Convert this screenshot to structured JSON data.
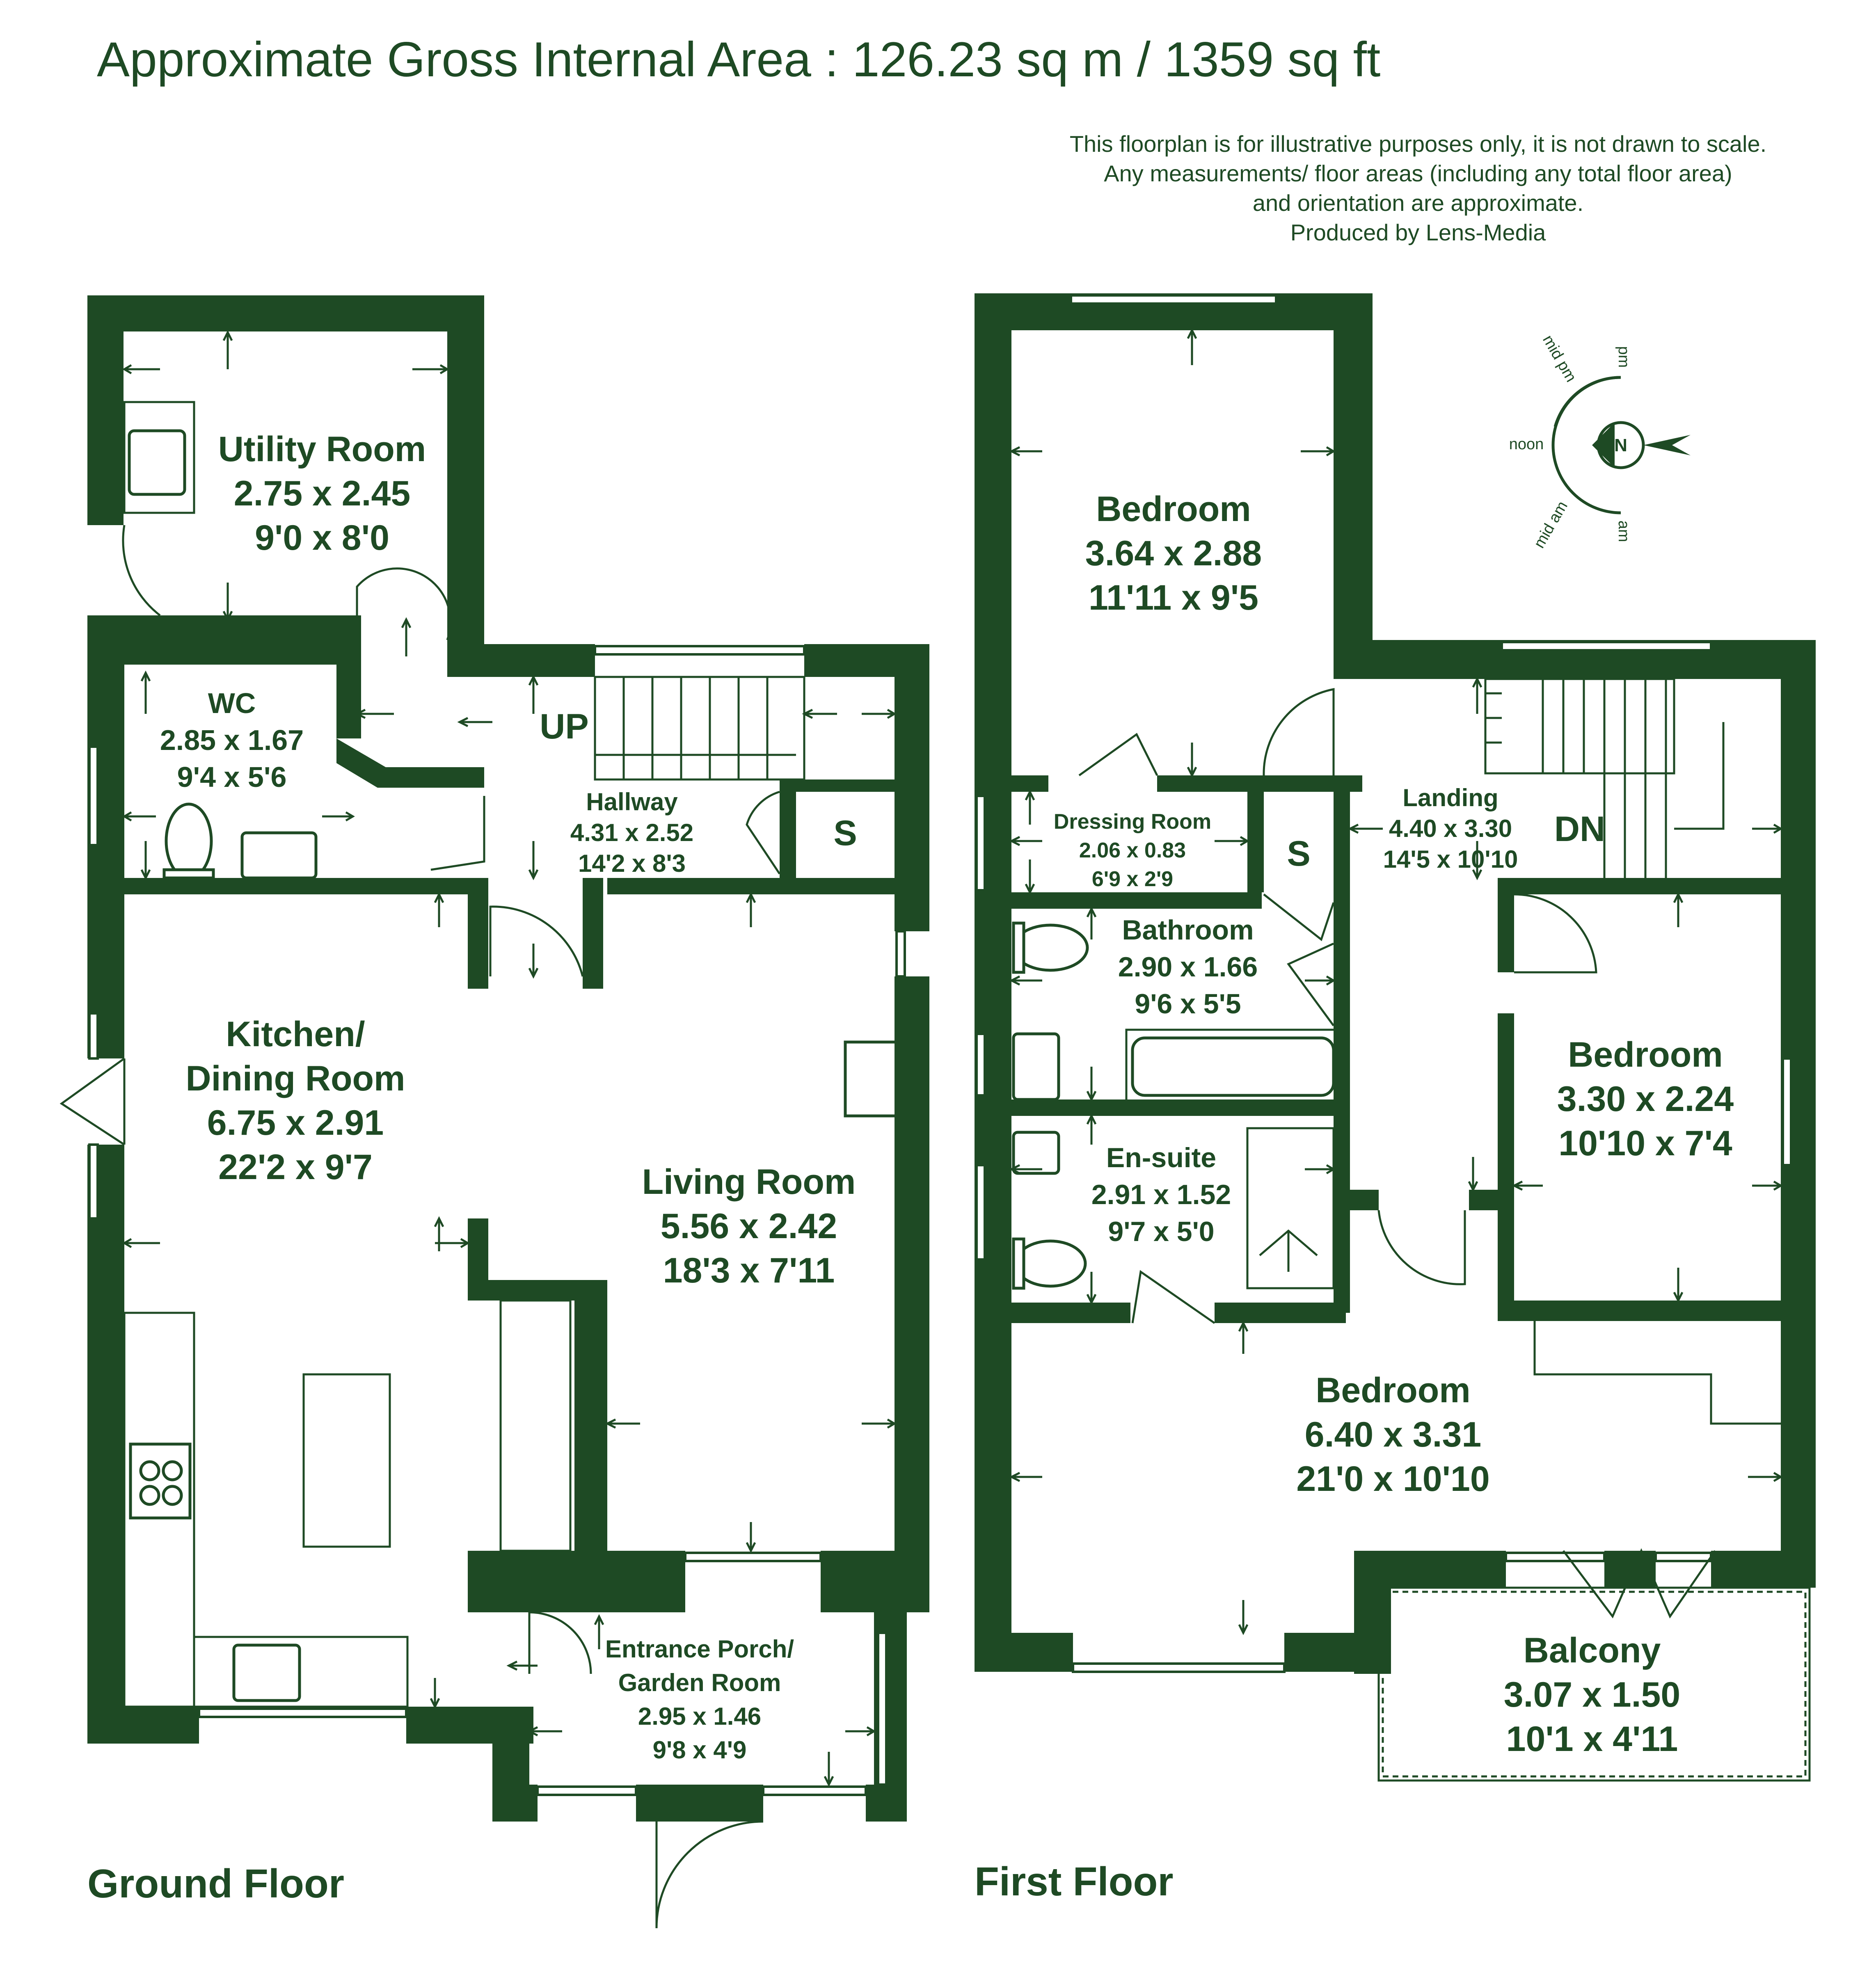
{
  "header": {
    "area": "Approximate Gross Internal Area : 126.23 sq m / 1359 sq ft",
    "disclaimer": [
      "This floorplan is for illustrative purposes only, it is not drawn to scale.",
      "Any measurements/ floor areas (including any total floor area)",
      "and orientation are approximate.",
      "Produced by Lens-Media"
    ]
  },
  "floors": {
    "ground": "Ground Floor",
    "first": "First Floor"
  },
  "rooms": {
    "utility": {
      "name": "Utility Room",
      "metric": "2.75 x 2.45",
      "imperial": "9'0 x 8'0"
    },
    "wc": {
      "name": "WC",
      "metric": "2.85 x 1.67",
      "imperial": "9'4 x 5'6"
    },
    "hallway": {
      "name": "Hallway",
      "metric": "4.31 x 2.52",
      "imperial": "14'2 x 8'3"
    },
    "kitchen": {
      "name1": "Kitchen/",
      "name2": "Dining Room",
      "metric": "6.75 x 2.91",
      "imperial": "22'2 x 9'7"
    },
    "living": {
      "name": "Living Room",
      "metric": "5.56 x 2.42",
      "imperial": "18'3 x 7'11"
    },
    "porch": {
      "name1": "Entrance Porch/",
      "name2": "Garden Room",
      "metric": "2.95 x 1.46",
      "imperial": "9'8 x 4'9"
    },
    "bedroom1": {
      "name": "Bedroom",
      "metric": "3.64 x 2.88",
      "imperial": "11'11 x 9'5"
    },
    "dressing": {
      "name": "Dressing Room",
      "metric": "2.06 x 0.83",
      "imperial": "6'9 x 2'9"
    },
    "landing": {
      "name": "Landing",
      "metric": "4.40 x 3.30",
      "imperial": "14'5 x 10'10"
    },
    "bathroom": {
      "name": "Bathroom",
      "metric": "2.90 x 1.66",
      "imperial": "9'6 x 5'5"
    },
    "bedroom2": {
      "name": "Bedroom",
      "metric": "3.30 x 2.24",
      "imperial": "10'10 x 7'4"
    },
    "ensuite": {
      "name": "En-suite",
      "metric": "2.91 x 1.52",
      "imperial": "9'7 x 5'0"
    },
    "bedroom3": {
      "name": "Bedroom",
      "metric": "6.40 x 3.31",
      "imperial": "21'0 x 10'10"
    },
    "balcony": {
      "name": "Balcony",
      "metric": "3.07 x 1.50",
      "imperial": "10'1 x 4'11"
    }
  },
  "labels": {
    "up": "UP",
    "dn": "DN",
    "store_ground": "S",
    "store_first": "S"
  },
  "compass": {
    "north": "N",
    "pm": "pm",
    "mid_pm": "mid pm",
    "noon": "noon",
    "mid_am": "mid am",
    "am": "am"
  },
  "colors": {
    "wall": "#1e4a24",
    "text": "#1e4a24",
    "background": "#ffffff"
  }
}
